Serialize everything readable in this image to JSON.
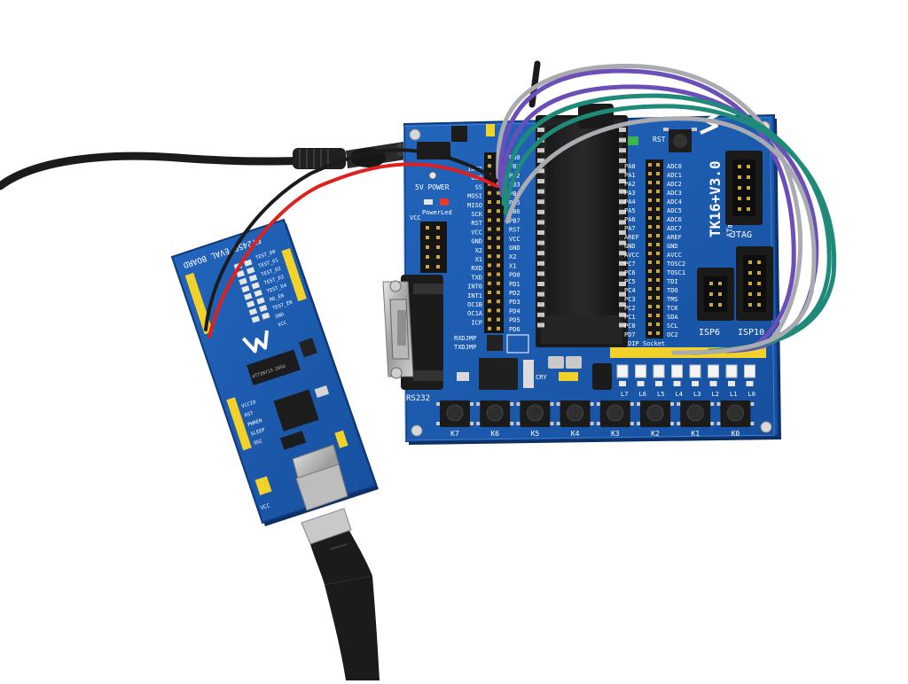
{
  "main_board": {
    "model": "TK16+V3.0",
    "chips": "ATmega16/32/8535",
    "power_label": "5V POWER",
    "power_led_label": "PowerLed",
    "vcc_label": "VCC",
    "rs232_label": "RS232",
    "rxd_jmp": "RXDJMP",
    "txd_jmp": "TXDJMP",
    "dip_socket_label": "DIP Socket",
    "rst_label": "RST",
    "jtag_label": "JTAG",
    "isp6_label": "ISP6",
    "isp10_label": "ISP10",
    "cry_label": "CRY",
    "left_pins": [
      "INT2",
      "OCO",
      "SS",
      "MOSI",
      "MISO",
      "SCK",
      "RST",
      "VCC",
      "GND",
      "X2",
      "X1",
      "RXD",
      "TXD",
      "INT0",
      "INT1",
      "OC1B",
      "OC1A",
      "ICP"
    ],
    "pb_pins": [
      "PB0",
      "PB1",
      "PB2",
      "PB3",
      "PB4",
      "PB5",
      "PB6",
      "PB7",
      "RST",
      "VCC",
      "GND",
      "X2",
      "X1",
      "PD0",
      "PD1",
      "PD2",
      "PD3",
      "PD4",
      "PD5",
      "PD6"
    ],
    "pa_pins": [
      "PA0",
      "PA1",
      "PA2",
      "PA3",
      "PA4",
      "PA5",
      "PA6",
      "PA7",
      "AREF",
      "GND",
      "AVCC",
      "PC7",
      "PC6",
      "PC5",
      "PC4",
      "PC3",
      "PC2",
      "PC1",
      "PC0",
      "PD7"
    ],
    "adc_pins": [
      "ADC0",
      "ADC1",
      "ADC2",
      "ADC3",
      "ADC4",
      "ADC5",
      "ADC6",
      "ADC7",
      "AREF",
      "GND",
      "AVCC",
      "TOSC2",
      "TOSC1",
      "TDI",
      "TDO",
      "TMS",
      "TCK",
      "SDA",
      "SCL",
      "OC2"
    ],
    "led_labels": [
      "L7",
      "L6",
      "L5",
      "L4",
      "L3",
      "L2",
      "L1",
      "L0"
    ],
    "key_labels": [
      "K7",
      "K6",
      "K5",
      "K4",
      "K3",
      "K2",
      "K1",
      "K0"
    ]
  },
  "small_board": {
    "title": "FT245R EVAL BOARD",
    "chip_label": "ATTINY13-20SU",
    "left_labels": [
      "VCCIO",
      "RST",
      "PWREN",
      "SLEEP",
      "OSC"
    ],
    "right_labels": [
      "TEST_D0",
      "TEST_D1",
      "TEST_D2",
      "TEST_D3",
      "TEST_D4",
      "RD_EN",
      "TEST_EN",
      "GND",
      "VCC"
    ],
    "vcc_label": "VCC"
  },
  "colors": {
    "pcb_blue": "#1d5cb0",
    "pcb_dark": "#12408a",
    "header_yellow": "#f2d22a",
    "wire_purple": "#6b4fb6",
    "wire_green": "#1f8a7a",
    "wire_gray": "#a9abb0",
    "wire_red": "#e0201f"
  }
}
